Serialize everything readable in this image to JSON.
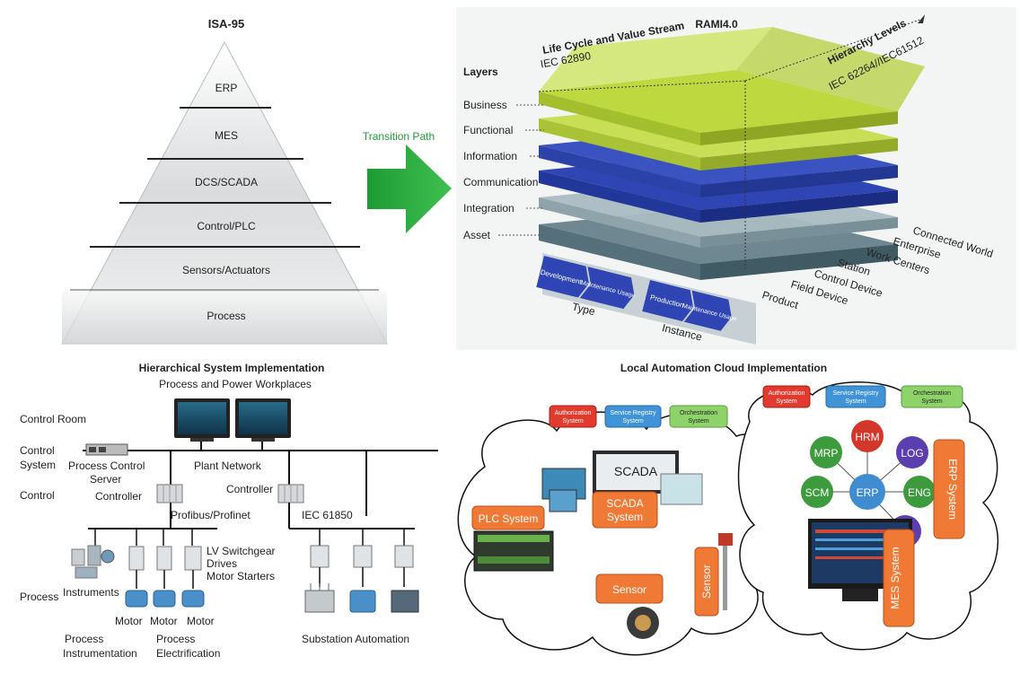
{
  "isa95": {
    "title": "ISA-95",
    "levels": [
      "ERP",
      "MES",
      "DCS/SCADA",
      "Control/PLC",
      "Sensors/Actuators",
      "Process"
    ]
  },
  "transition": {
    "label": "Transition Path"
  },
  "rami": {
    "title": "RAMI4.0",
    "layers_heading": "Layers",
    "layers": [
      "Business",
      "Functional",
      "Information",
      "Communication",
      "Integration",
      "Asset"
    ],
    "lifecycle_title": "Life Cycle and Value Stream",
    "lifecycle_std": "IEC 62890",
    "hierarchy_title": "Hierarchy Levels",
    "hierarchy_std": "IEC 62264//IEC61512",
    "hierarchy_levels": [
      "Connected World",
      "Enterprise",
      "Work Centers",
      "Station",
      "Control Device",
      "Field Device",
      "Product"
    ],
    "type_label": "Type",
    "instance_label": "Instance",
    "type_steps": [
      "Development",
      "Maintenance Usage"
    ],
    "instance_steps": [
      "Production",
      "Maintenance Usage"
    ],
    "colors": {
      "green": "#b5d334",
      "blue": "#2b3fa8",
      "grey": "#9eb0b8"
    }
  },
  "hier": {
    "title": "Hierarchical System Implementation",
    "workplaces": "Process and Power Workplaces",
    "control_room": "Control Room",
    "control_system": "Control System",
    "control": "Control",
    "process": "Process",
    "pcs_server": "Process Control Server",
    "plant_network": "Plant Network",
    "controller1": "Controller",
    "controller2": "Controller",
    "profibus": "Profibus/Profinet",
    "iec61850": "IEC 61850",
    "instruments": "Instruments",
    "switchgear": [
      "LV Switchgear",
      "Drives",
      "Motor Starters"
    ],
    "motor": "Motor",
    "proc_instr": [
      "Process",
      "Instrumentation"
    ],
    "proc_elec": [
      "Process",
      "Electrification"
    ],
    "substation": "Substation Automation"
  },
  "cloud": {
    "title": "Local Automation Cloud Implementation",
    "auth": [
      "Authorization",
      "System"
    ],
    "registry": [
      "Service Registry",
      "System"
    ],
    "orch": [
      "Orchestration",
      "System"
    ],
    "scada": "SCADA",
    "scada_system": [
      "SCADA",
      "System"
    ],
    "plc": "PLC System",
    "sensor": "Sensor",
    "sensor_v": "Sensor",
    "hrm": "HRM",
    "mrp": "MRP",
    "log": "LOG",
    "scm": "SCM",
    "erp": "ERP",
    "eng": "ENG",
    "erp_system": "ERP System",
    "mes_system": "MES System"
  }
}
